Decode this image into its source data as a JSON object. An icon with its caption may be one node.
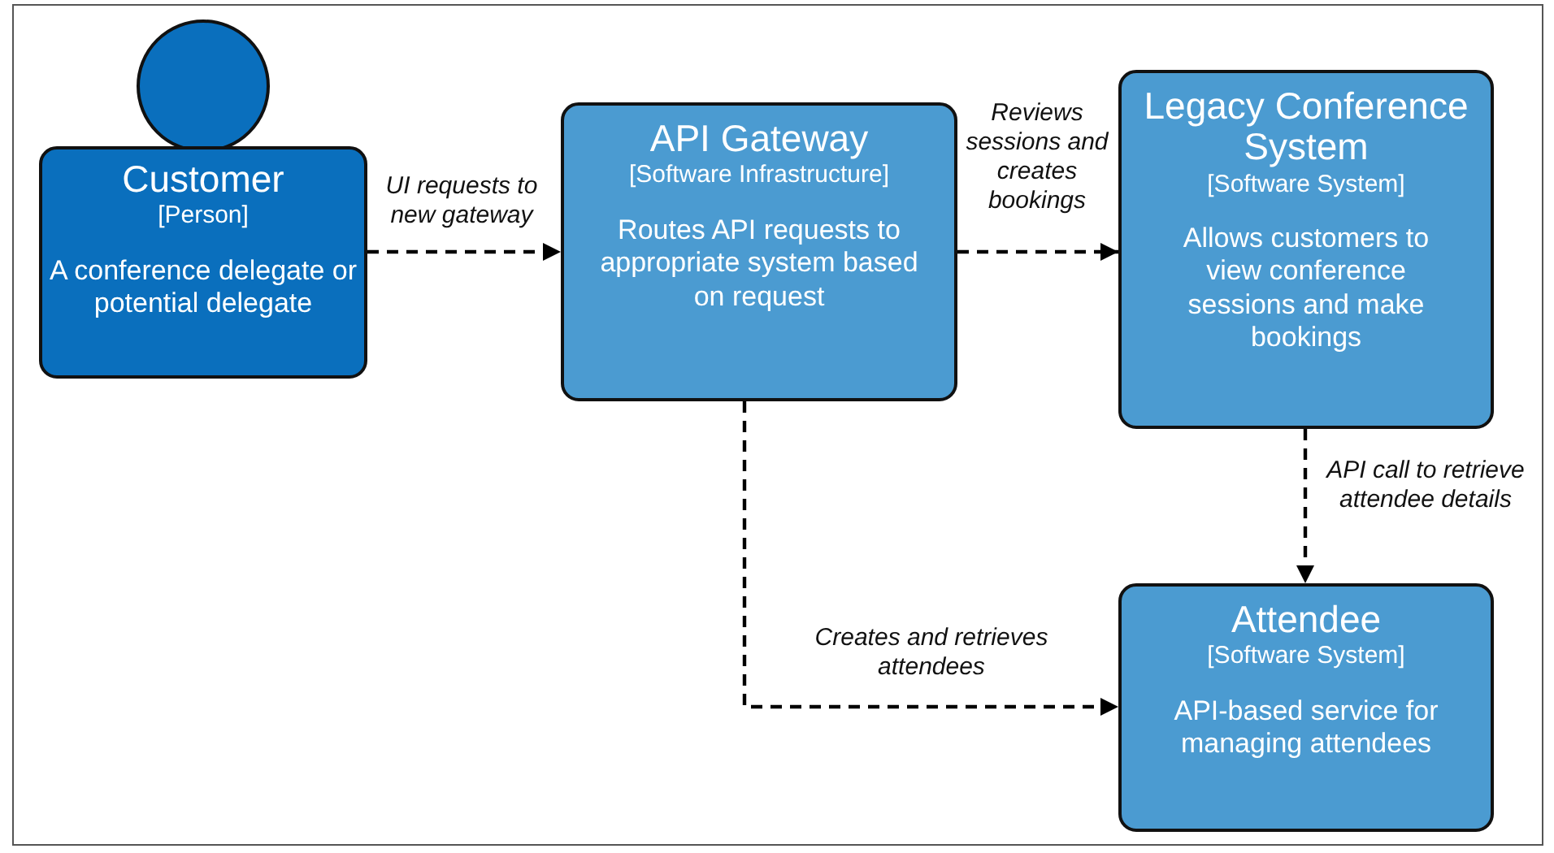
{
  "diagram": {
    "nodes": [
      {
        "text": [
          "Customer",
          "[Person]",
          "A conference delegate or potential delegate"
        ]
      },
      {
        "text": [
          "API Gateway",
          "[Software Infrastructure]",
          "Routes API requests to appropriate system based on request"
        ]
      },
      {
        "text": [
          "Legacy Conference System",
          "[Software System]",
          "Allows customers to view conference sessions and make bookings"
        ]
      },
      {
        "text": [
          "Attendee",
          "[Software System]",
          "API-based service for managing attendees"
        ]
      }
    ],
    "edges": [
      {
        "from": 0,
        "to": 1,
        "arrow": "to",
        "label": "UI requests to new gateway",
        "style": "dashed"
      },
      {
        "from": 1,
        "to": 2,
        "arrow": "to",
        "label": "Reviews sessions and creates bookings",
        "style": "dashed"
      },
      {
        "from": 2,
        "to": 3,
        "arrow": "to",
        "label": "API call to retrieve attendee details",
        "style": "dashed"
      },
      {
        "from": 1,
        "to": 3,
        "arrow": "to",
        "label": "Creates and retrieves attendees",
        "style": "dashed"
      }
    ]
  }
}
